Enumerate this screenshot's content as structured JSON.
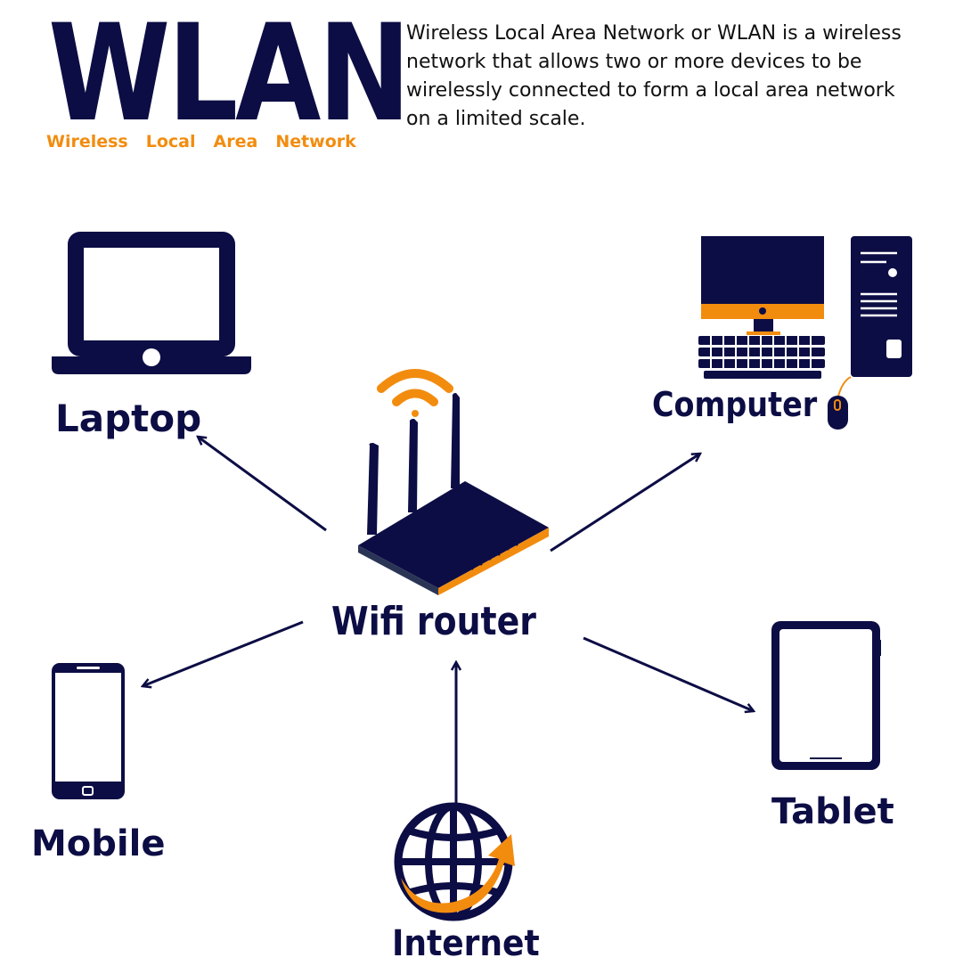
{
  "header": {
    "title": "WLAN",
    "subtitle_words": [
      "Wireless",
      "Local",
      "Area",
      "Network"
    ],
    "description": "Wireless Local Area Network or WLAN is a wireless network that allows two or more devices to be wirelessly connected to form a local area network on a limited scale."
  },
  "nodes": {
    "laptop": "Laptop",
    "computer": "Computer",
    "router": "Wifi router",
    "mobile": "Mobile",
    "tablet": "Tablet",
    "internet": "Internet"
  },
  "colors": {
    "navy": "#0d0d45",
    "orange": "#f28c0f",
    "text": "#111111"
  },
  "icons": [
    "laptop-icon",
    "computer-icon",
    "router-icon",
    "wifi-signal-icon",
    "mobile-icon",
    "tablet-icon",
    "globe-icon"
  ]
}
